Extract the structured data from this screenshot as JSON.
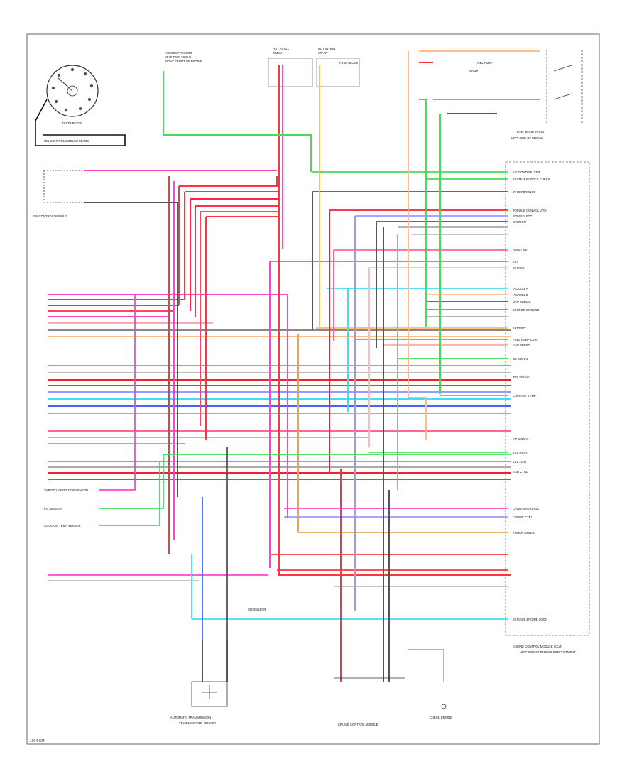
{
  "components": {
    "distributor": {
      "label": "DISTRIBUTOR"
    },
    "ign_control_module": {
      "label": "IGN CONTROL MODULE"
    },
    "fuel_pump_relay": {
      "label": "FUEL PUMP RELAY"
    },
    "ecm": {
      "label": "ENGINE CONTROL MODULE (ECM)"
    },
    "ecm_sub": {
      "label": "LEFT SIDE OF ENGINE COMPARTMENT"
    },
    "coolant_temp": {
      "label": "COOLANT TEMP SENSOR"
    },
    "iat_sensor": {
      "label": "IAT SENSOR"
    },
    "vss": {
      "label": "VEHICLE SPEED SENSOR"
    },
    "cruise": {
      "label": "CRUISE CONTROL MODULE"
    },
    "tps": {
      "label": "THROTTLE POSITION SENSOR"
    },
    "o2": {
      "label": "O2 SENSOR"
    },
    "check_engine": {
      "label": "CHECK ENGINE"
    },
    "transmission": {
      "label": "AUTOMATIC TRANSMISSION"
    }
  },
  "ecm_pins": [
    "A/C CONTROL CTRL",
    "SYSTEM SERVICE CHECK",
    "5V REFERENCE",
    "TORQUE CONV CLUTCH",
    "ROM SELECT",
    "IGNITION",
    "DATA LINK",
    "EST",
    "BYPASS",
    "IAC COIL A",
    "IAC COIL B",
    "MAP SIGNAL",
    "SENSOR GROUND",
    "BATTERY",
    "FUEL PUMP CTRL",
    "ENG SPEED",
    "O2 SIGNAL",
    "TPS SIGNAL",
    "COOLANT TEMP",
    "IAT SIGNAL",
    "VSS HIGH",
    "VSS LOW",
    "EGR CTRL",
    "CANISTER PURGE",
    "CRUISE CTRL",
    "KNOCK SIGNAL",
    "SERVICE ENGINE SOON"
  ],
  "footer": "1994 GM"
}
